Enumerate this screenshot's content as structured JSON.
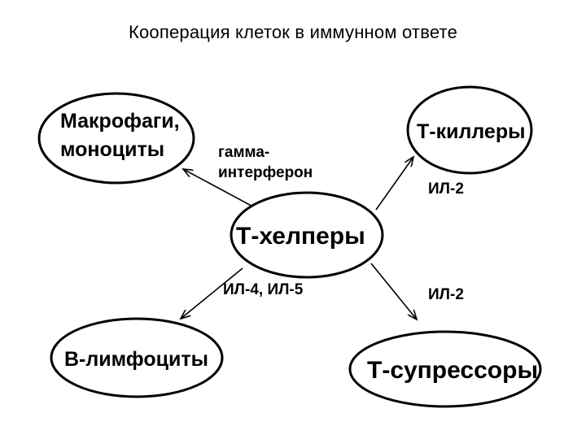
{
  "title": "Кооперация клеток в иммунном ответе",
  "nodes": {
    "macrophages": {
      "line1": "Макрофаги,",
      "line2": "моноциты"
    },
    "t_killers": {
      "label": "Т-киллеры"
    },
    "t_helpers": {
      "label": "Т-хелперы"
    },
    "b_lymphocytes": {
      "label": "В-лимфоциты"
    },
    "t_suppressors": {
      "label": "Т-супрессоры"
    }
  },
  "edges": {
    "to_macrophages": {
      "line1": "гамма-",
      "line2": "интерферон"
    },
    "to_t_killers": {
      "label": "ИЛ-2"
    },
    "to_b_lymphocytes": {
      "label": "ИЛ-4, ИЛ-5"
    },
    "to_t_suppressors": {
      "label": "ИЛ-2"
    }
  }
}
